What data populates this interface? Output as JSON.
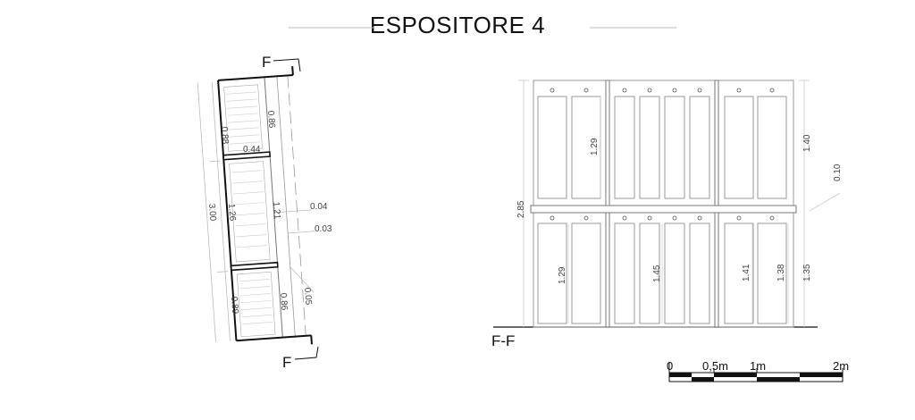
{
  "title": "ESPOSITORE 4",
  "plan": {
    "section_mark_top": "F",
    "section_mark_bottom": "F",
    "dims": [
      "0.88",
      "0.86",
      "0.44",
      "3.00",
      "1.26",
      "1.21",
      "0.04",
      "0.03",
      "0.89",
      "0.86",
      "0.05"
    ]
  },
  "elevation": {
    "section_label": "F-F",
    "dims": [
      "1.29",
      "2.85",
      "1.40",
      "0.10",
      "1.29",
      "1.45",
      "1.41",
      "1.38",
      "1.35"
    ]
  },
  "scale_bar": {
    "labels": [
      "0",
      "0,5m",
      "1m",
      "2m"
    ]
  }
}
